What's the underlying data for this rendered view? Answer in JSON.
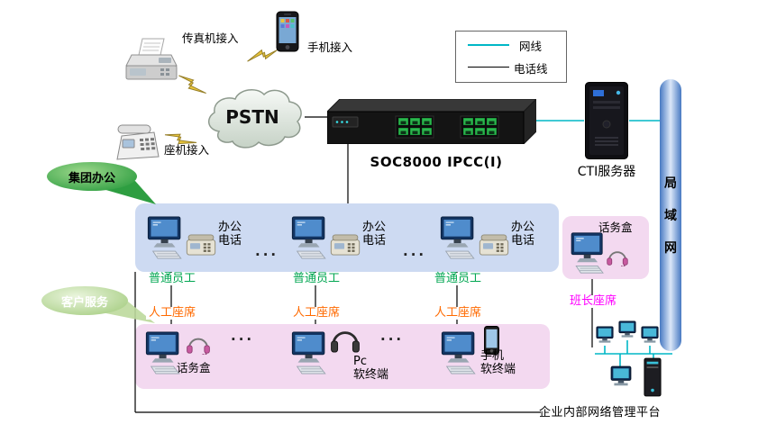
{
  "colors": {
    "net_line": "#00b7c6",
    "phone_line": "#000000",
    "office_panel": "#cddaf2",
    "agent_panel": "#f3d9f0",
    "staff_text": "#00a651",
    "agent_text": "#ff6a00",
    "seat_text": "#ff00ff",
    "callout_green": "#2e9e41"
  },
  "dots": "···",
  "top": {
    "fax_label": "传真机接入",
    "mobile_label": "手机接入",
    "pstn_label": "PSTN",
    "landline_label": "座机接入",
    "legend": {
      "net": "网线",
      "phone": "电话线"
    },
    "device_label": "SOC8000 IPCC(I)",
    "cti_label": "CTI服务器",
    "lan_chars": [
      "局",
      "域",
      "网"
    ]
  },
  "office": {
    "callout": "集团办公",
    "phone_label1": "办公",
    "phone_label2": "电话",
    "staff_label": "普通员工",
    "agent_label": "人工座席",
    "monitor_box_label": "话务盒",
    "monitor_seat_label": "班长座席"
  },
  "service": {
    "callout": "客户服务",
    "callbox_label": "话务盒",
    "pc_label1": "Pc",
    "pc_label2": "软终端",
    "mobile_label1": "手机",
    "mobile_label2": "软终端"
  },
  "platform": {
    "label": "企业内部网络管理平台"
  }
}
